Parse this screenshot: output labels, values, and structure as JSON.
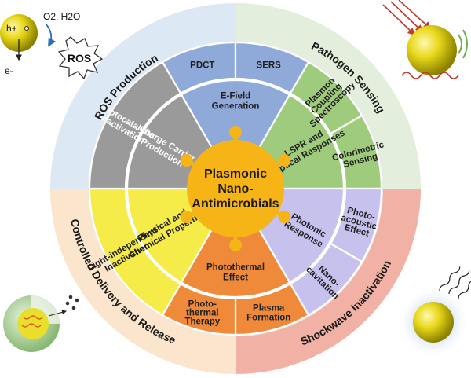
{
  "center": {
    "lines": [
      "Plasmonic",
      "Nano-",
      "Antimicrobials"
    ]
  },
  "outer_ring": {
    "ros_production": "ROS Production",
    "pathogen_sensing": "Pathogen Sensing",
    "controlled_delivery": "Controlled Delivery and Release",
    "shockwave_inactivation": "Shockwave Inactivation"
  },
  "mechanisms": {
    "e_field": {
      "label": [
        "E-Field",
        "Generation"
      ],
      "children": [
        "PDCT",
        "SERS"
      ]
    },
    "lspr": {
      "label": [
        "LSPR and",
        "Optical Responses"
      ],
      "children": [
        [
          "Plasmon",
          "Coupling",
          "Spectroscopy"
        ],
        [
          "Colorimetric",
          "Sensing"
        ]
      ]
    },
    "photonic": {
      "label": [
        "Photonic",
        "Response"
      ],
      "children": [
        [
          "Photo-",
          "acoustic",
          "Effect"
        ],
        [
          "Nano-",
          "cavitation"
        ]
      ]
    },
    "photothermal": {
      "label": [
        "Photothermal",
        "Effect"
      ],
      "children": [
        [
          "Photo-",
          "thermal",
          "Therapy"
        ],
        [
          "Plasma",
          "Formation"
        ]
      ]
    },
    "physical_chemical": {
      "label": [
        "Physical and",
        "Chemical Properties"
      ],
      "children": [
        [
          "Light-independent",
          "Inactivation"
        ]
      ]
    },
    "charge_carrier": {
      "label": [
        "Charge Carrier",
        "Production"
      ],
      "children": [
        [
          "Photocatalytic",
          "Inactivation"
        ]
      ]
    }
  },
  "icons": {
    "ros_box_label": "ROS",
    "gas_label": "O2, H2O",
    "hole_label": "h+",
    "electron_label": "e-"
  },
  "colors": {
    "blue": "#8fa9d9",
    "green": "#9fcb7c",
    "purple": "#c7c1ee",
    "orange": "#ee8a3a",
    "yellow": "#f5ec4a",
    "gray": "#9a9a9a",
    "center": "#f6b417",
    "ring_blue": "#dce9f5",
    "ring_green": "#e3efdc",
    "ring_orange": "#fbe5cc",
    "ring_red": "#f2b1a5",
    "ring_gray": "#e6e6e6"
  }
}
